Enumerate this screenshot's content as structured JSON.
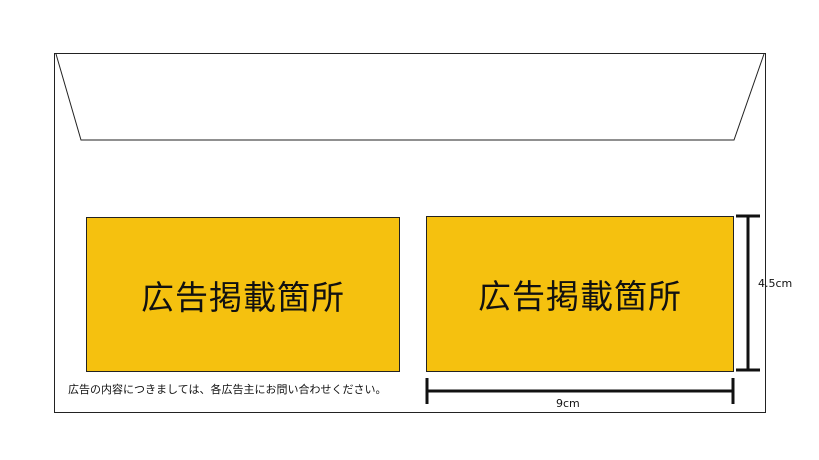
{
  "ads": [
    {
      "label": "広告掲載箇所"
    },
    {
      "label": "広告掲載箇所"
    }
  ],
  "note": "広告の内容につきましては、各広告主にお問い合わせください。",
  "dimensions": {
    "width": "9cm",
    "height": "4.5cm"
  },
  "colors": {
    "ad_fill": "#f5c10f",
    "outline": "#222222"
  }
}
